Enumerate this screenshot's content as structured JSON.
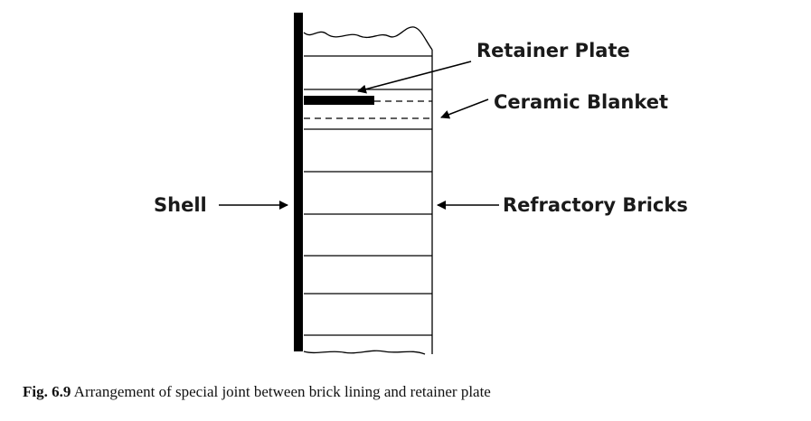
{
  "labels": {
    "retainer_plate": "Retainer Plate",
    "ceramic_blanket": "Ceramic Blanket",
    "shell": "Shell",
    "refractory_bricks": "Refractory Bricks"
  },
  "caption": {
    "number": "Fig.  6.9",
    "text": "Arrangement of special joint between brick lining and retainer plate"
  }
}
